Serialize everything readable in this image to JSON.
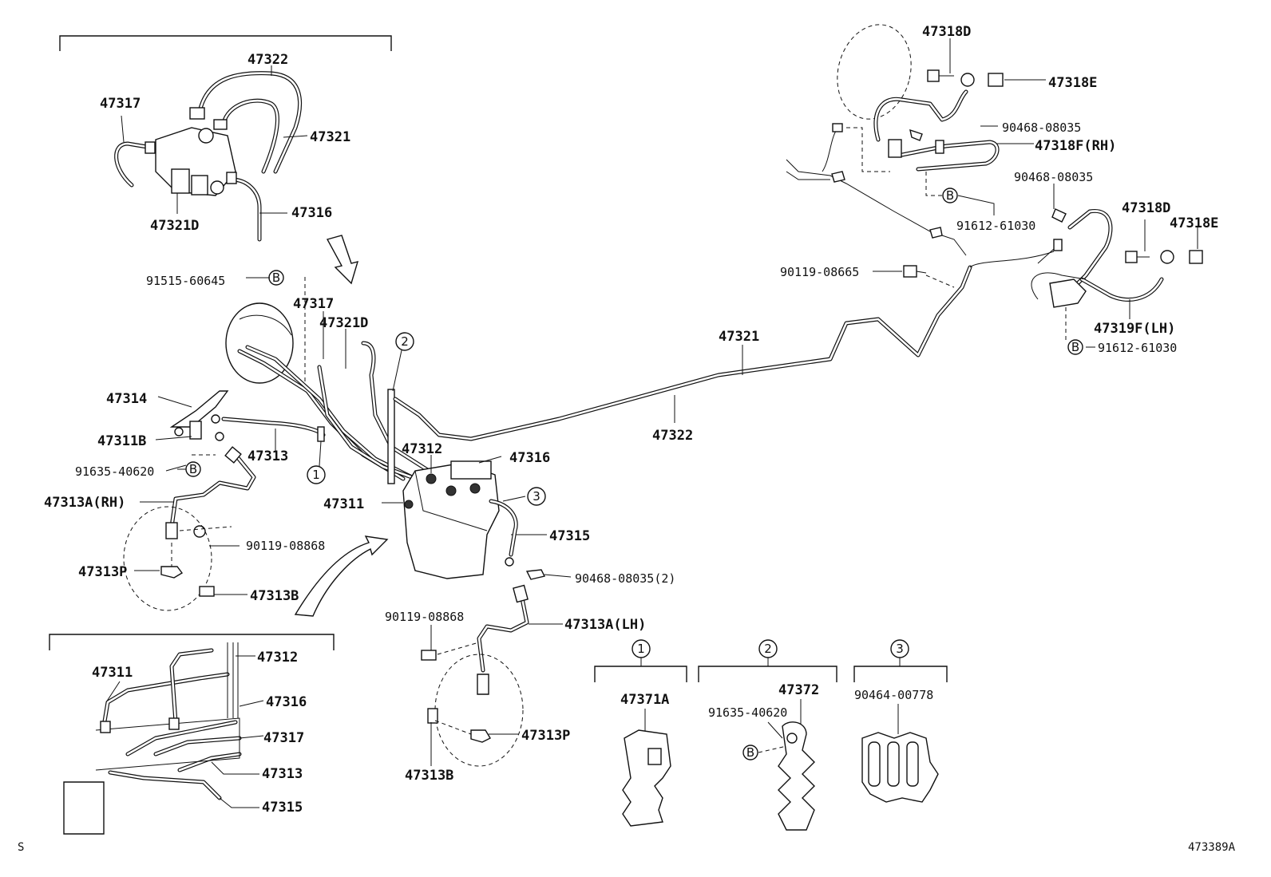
{
  "labels": {
    "top_47322": "47322",
    "top_47317": "47317",
    "top_47321": "47321",
    "top_47321D": "47321D",
    "top_47316": "47316",
    "l_91515": "91515-60645",
    "l_47317": "47317",
    "l_47321D": "47321D",
    "l_47314": "47314",
    "l_47311B": "47311B",
    "l_47313": "47313",
    "l_91635a": "91635-40620",
    "l_47313A_RH": "47313A(RH)",
    "l_90119a": "90119-08868",
    "l_47313P_a": "47313P",
    "l_47313B_a": "47313B",
    "c_47312": "47312",
    "c_47316": "47316",
    "c_47311": "47311",
    "c_47315": "47315",
    "c_90468_2": "90468-08035(2)",
    "c_90119b": "90119-08868",
    "c_47313A_LH": "47313A(LH)",
    "c_47313P_b": "47313P",
    "c_47313B_b": "47313B",
    "m_47321": "47321",
    "m_47322": "47322",
    "ins_47311": "47311",
    "ins_47312": "47312",
    "ins_47316": "47316",
    "ins_47317": "47317",
    "ins_47313": "47313",
    "ins_47315": "47315",
    "r_47318D_a": "47318D",
    "r_47318E_a": "47318E",
    "r_90468_a": "90468-08035",
    "r_47318F_RH": "47318F(RH)",
    "r_90468_b": "90468-08035",
    "r_91612_a": "91612-61030",
    "r_47318D_b": "47318D",
    "r_47318E_b": "47318E",
    "r_90119": "90119-08665",
    "r_47319F_LH": "47319F(LH)",
    "r_91612_b": "91612-61030",
    "g1_47371A": "47371A",
    "g2_47372": "47372",
    "g2_91635": "91635-40620",
    "g3_90464": "90464-00778",
    "footer_left": "S",
    "footer_right": "473389A"
  },
  "callouts": {
    "one": "1",
    "two": "2",
    "three": "3",
    "b": "B"
  }
}
